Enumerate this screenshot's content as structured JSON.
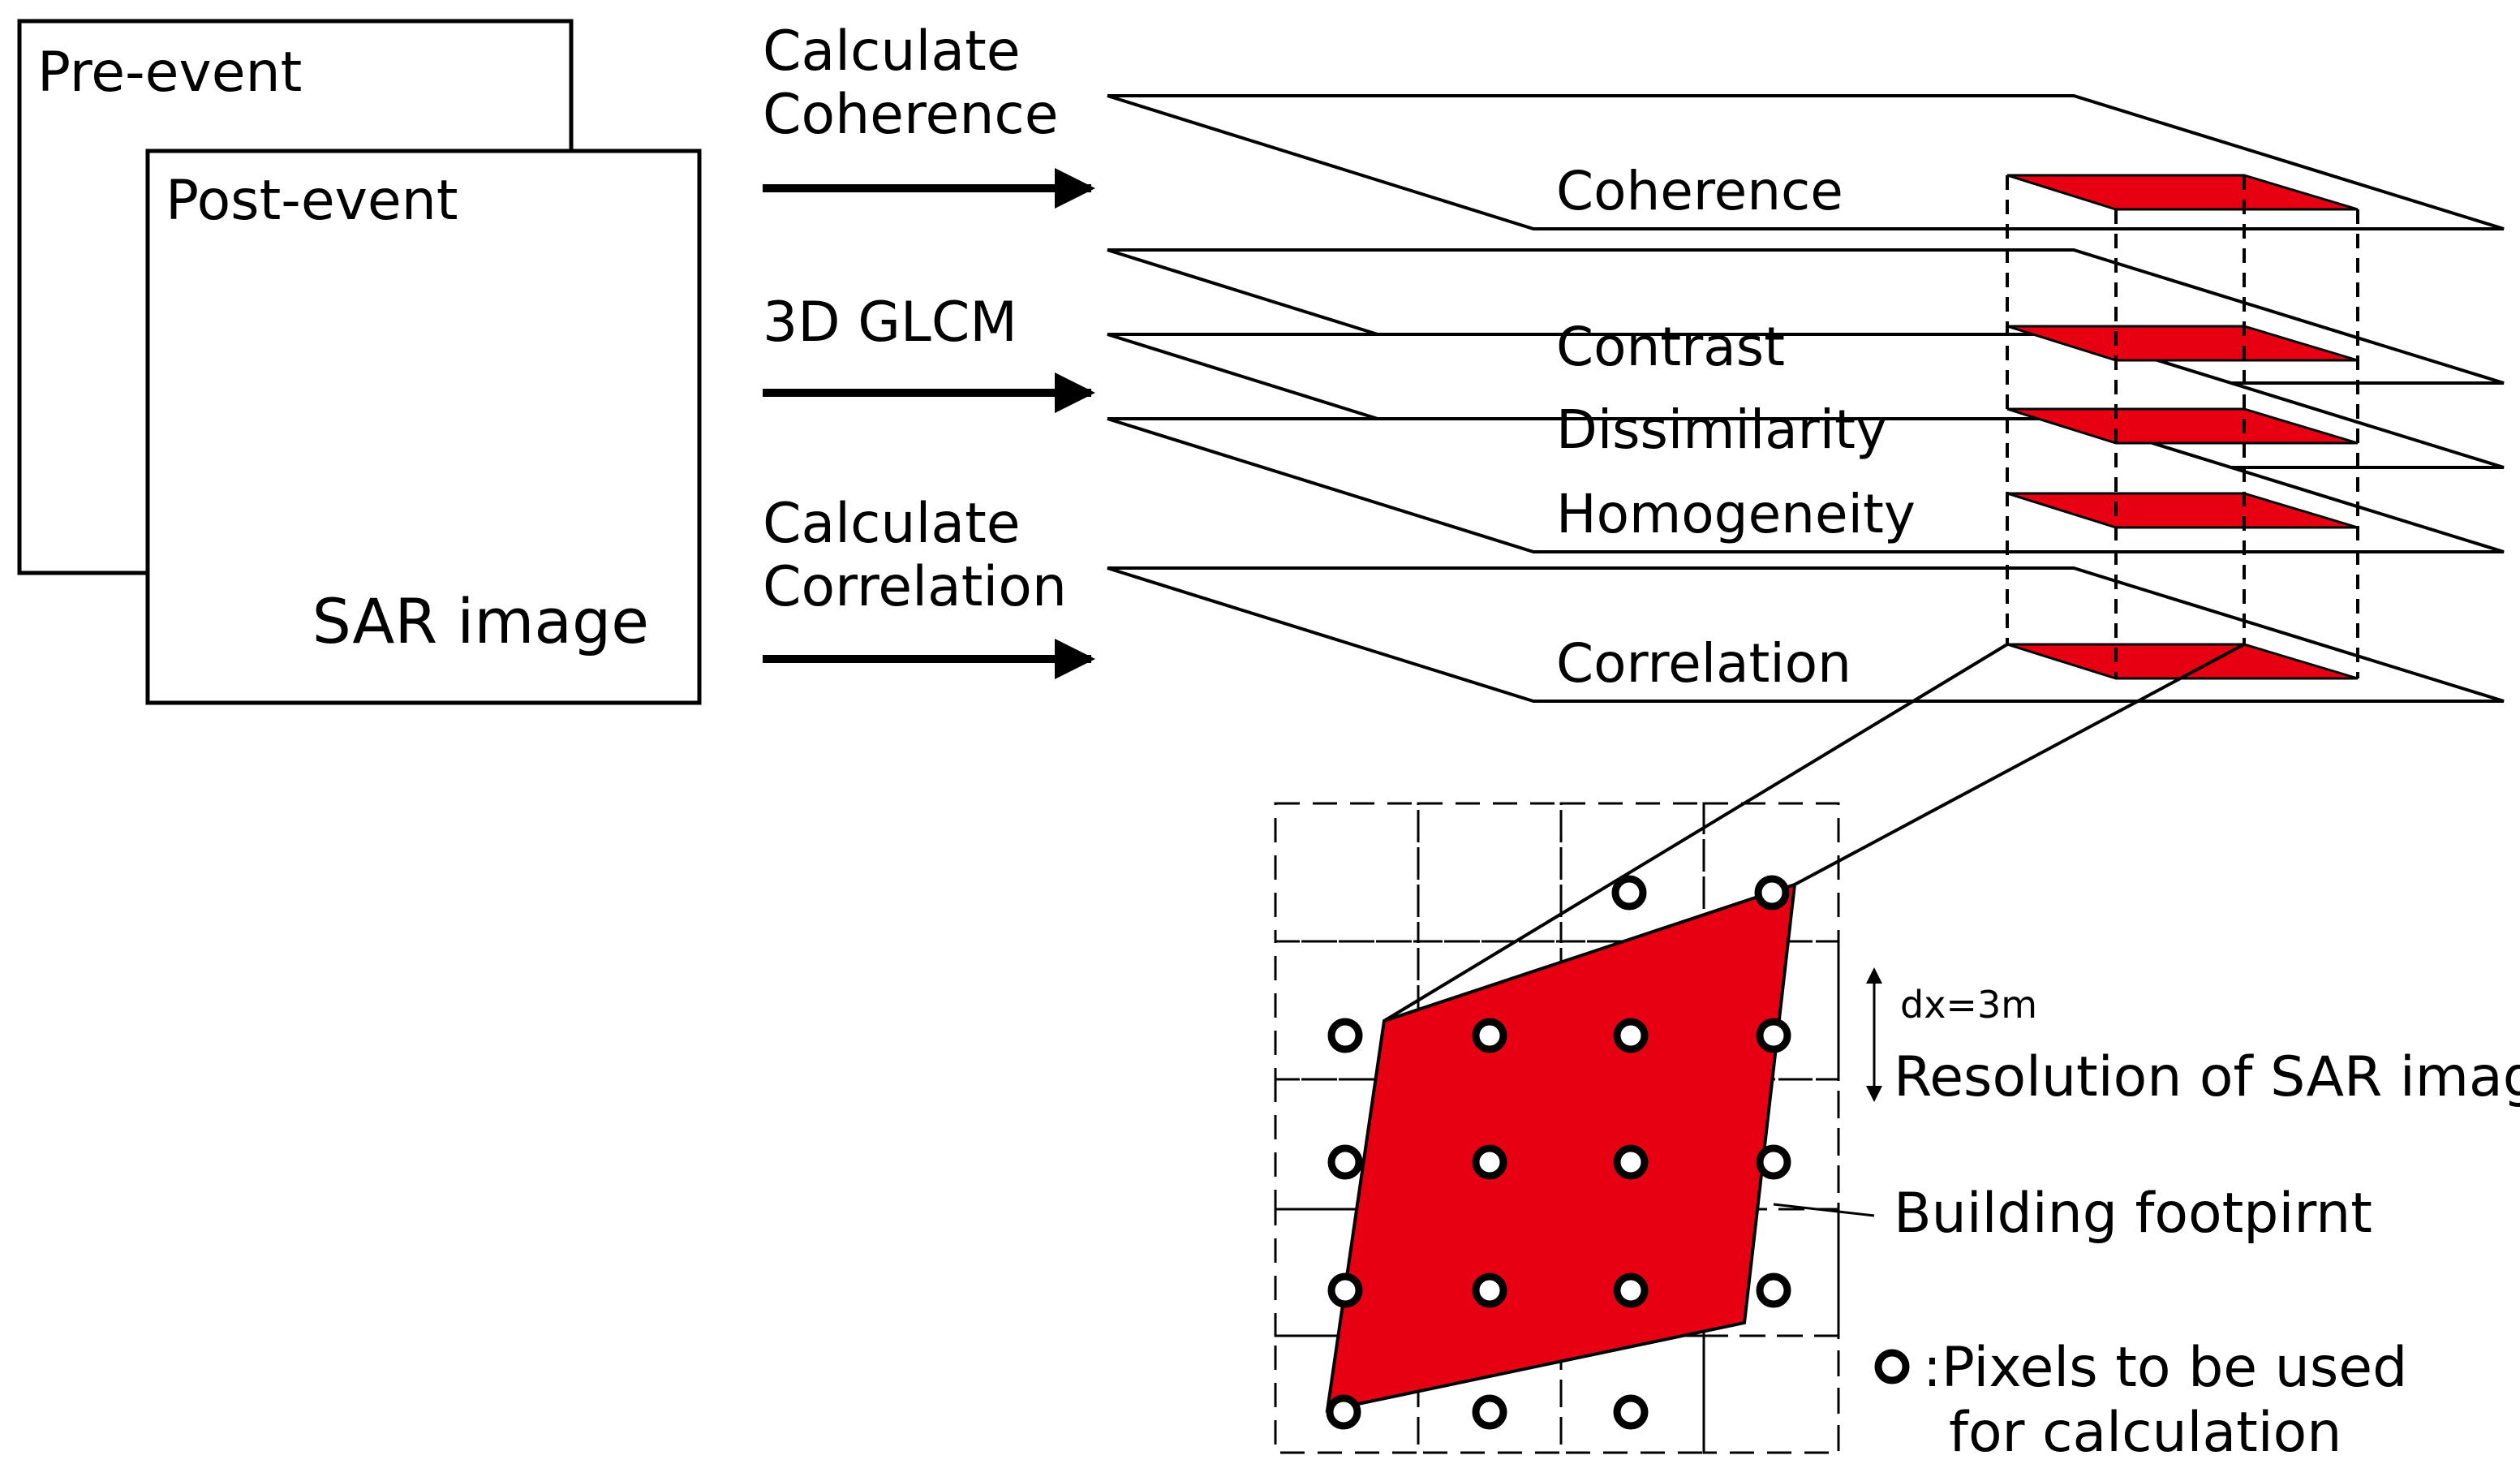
{
  "images": {
    "pre_event": "Pre-event",
    "post_event": "Post-event",
    "sar_image": "SAR image"
  },
  "steps": {
    "coherence_line1": "Calculate",
    "coherence_line2": "Coherence",
    "glcm": "3D GLCM",
    "correlation_line1": "Calculate",
    "correlation_line2": "Correlation"
  },
  "layers": [
    "Coherence",
    "Contrast",
    "Dissimilarity",
    "Homogeneity",
    "Correlation"
  ],
  "detail": {
    "dx": "dx=3m",
    "resolution": "Resolution of SAR image",
    "footprint": "Building footpirnt",
    "legend_line1": ":Pixels to be used",
    "legend_line2": "for calculation"
  },
  "colors": {
    "footprint": "#e60012",
    "line": "#000000"
  }
}
